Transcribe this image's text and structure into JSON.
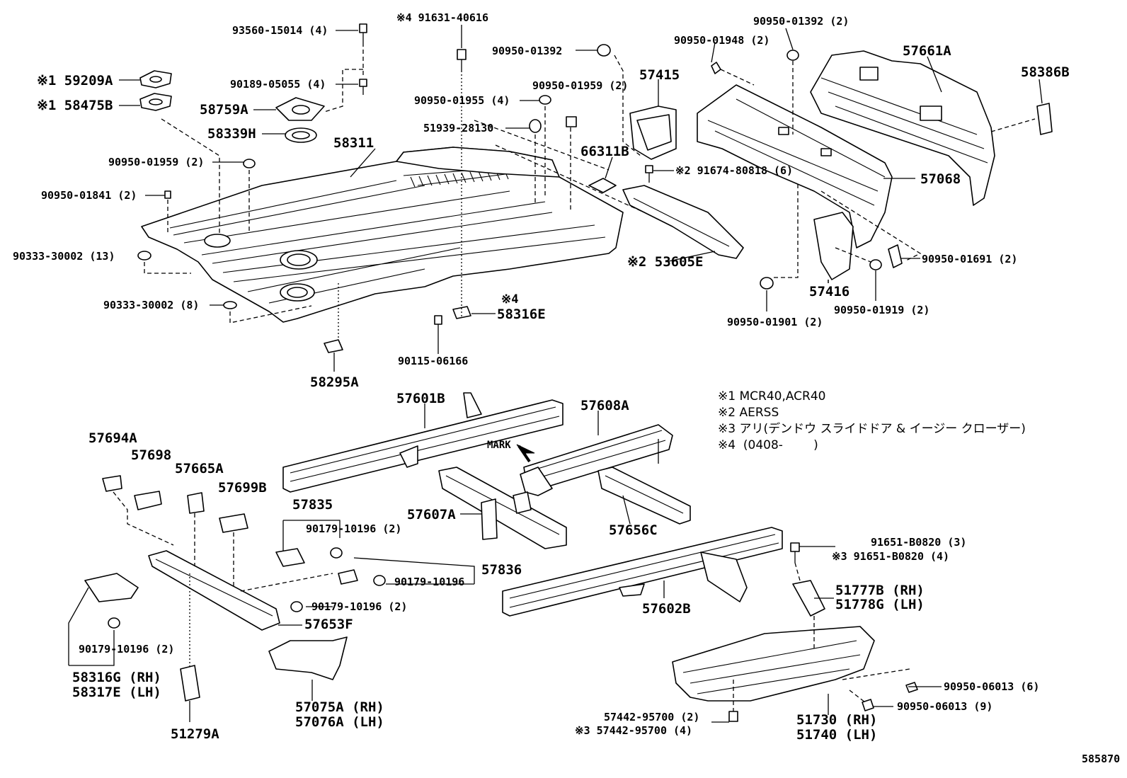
{
  "parts": {
    "p1": "93560-15014 (4)",
    "p2": "※4 91631-40616",
    "p3": "90950-01392",
    "p4": "90950-01392 (2)",
    "p5": "90950-01948 (2)",
    "p6": "57661A",
    "p7": "58386B",
    "p8": "※1 59209A",
    "p9": "90189-05055 (4)",
    "p10": "※1 58475B",
    "p11": "58759A",
    "p12": "90950-01955 (4)",
    "p13": "90950-01959 (2)",
    "p14": "57415",
    "p15": "58339H",
    "p16": "51939-28130",
    "p17": "58311",
    "p18": "66311B",
    "p19": "90950-01959 (2)",
    "p20": "※2 91674-80818 (6)",
    "p21": "57068",
    "p22": "90950-01841 (2)",
    "p23": "90333-30002 (13)",
    "p24": "※2 53605E",
    "p25": "90950-01691 (2)",
    "p26": "57416",
    "p27": "※4",
    "p28": "90333-30002 (8)",
    "p29": "58316E",
    "p30": "90950-01919 (2)",
    "p31": "90950-01901 (2)",
    "p32": "90115-06166",
    "p33": "58295A",
    "p34": "57601B",
    "p35": "57608A",
    "p36": "57694A",
    "p37": "57698",
    "p38": "57665A",
    "p39": "57699B",
    "p40": "MARK",
    "p41": "57835",
    "p42": "57607A",
    "p43": "90179-10196 (2)",
    "p44": "57656C",
    "p45": "57836",
    "p46": "90179-10196",
    "p47": "91651-B0820 (3)",
    "p48": "※3 91651-B0820 (4)",
    "p49": "90179-10196 (2)",
    "p50": "51777B (RH)",
    "p51": "51778G (LH)",
    "p52": "57653F",
    "p53": "57602B",
    "p54": "90179-10196 (2)",
    "p55": "58316G (RH)",
    "p56": "58317E (LH)",
    "p57": "90950-06013 (6)",
    "p58": "90950-06013 (9)",
    "p59": "57075A (RH)",
    "p60": "57076A (LH)",
    "p61": "57442-95700 (2)",
    "p62": "※3 57442-95700 (4)",
    "p63": "51730 (RH)",
    "p64": "51740 (LH)",
    "p65": "51279A"
  },
  "notes": [
    "※1  MCR40,ACR40",
    "※2  AERSS",
    "※3  アリ(デンドウ スライドドア & イージー クローザー)",
    "※4  (0408-        )"
  ],
  "footer": {
    "diagram_id": "585870"
  }
}
